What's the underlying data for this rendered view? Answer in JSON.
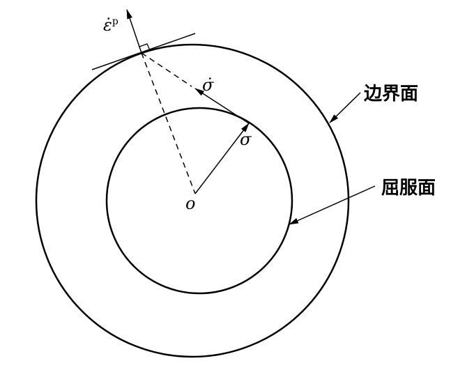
{
  "labels": {
    "plastic_strain_rate": "ε̇",
    "plastic_superscript": "p",
    "stress_rate": "σ̇",
    "stress": "σ",
    "origin": "o",
    "boundary_surface": "边界面",
    "yield_surface": "屈服面"
  }
}
